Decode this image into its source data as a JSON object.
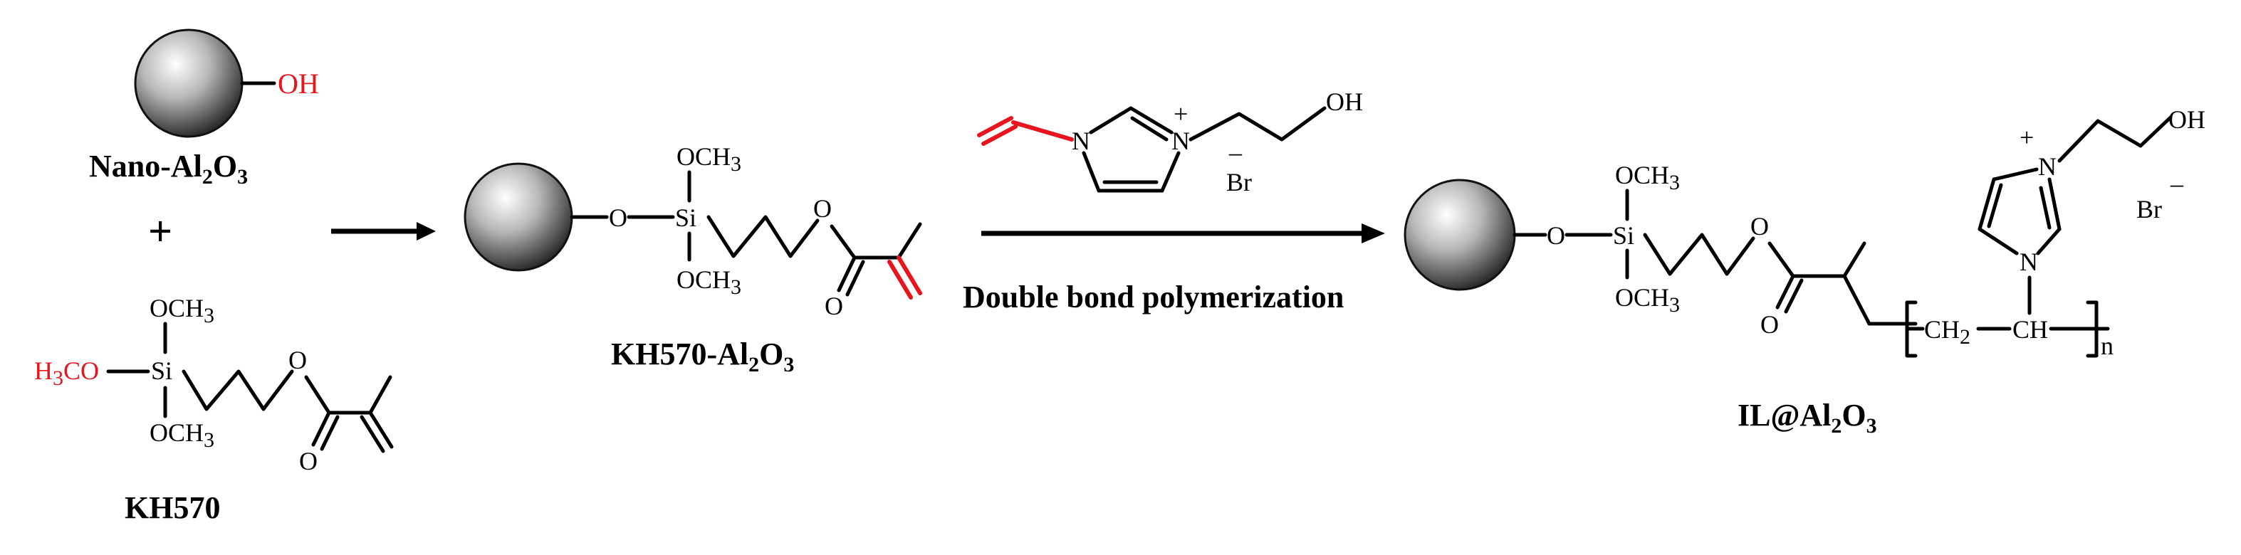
{
  "colors": {
    "reactive_group": "#e8141e",
    "bond": "#000000",
    "sphere_light": "#ffffff",
    "sphere_dark": "#2a2a2a"
  },
  "reactants": {
    "nano_alumina": {
      "hydroxyl": "OH",
      "label": {
        "prefix": "Nano-Al",
        "sub1": "2",
        "mid": "O",
        "sub2": "3"
      }
    },
    "plus_sign": "+",
    "kh570": {
      "methoxy_top": "OCH",
      "methoxy_top_sub": "3",
      "methoxy_left": "H",
      "methoxy_left_sub": "3",
      "methoxy_left_tail": "CO",
      "silicon": "Si",
      "methoxy_bottom": "OCH",
      "methoxy_bottom_sub": "3",
      "ester_o": "O",
      "carbonyl_o": "O",
      "label": "KH570"
    }
  },
  "intermediate": {
    "bridge_o": "O",
    "silicon": "Si",
    "methoxy_top": "OCH",
    "methoxy_top_sub": "3",
    "methoxy_bottom": "OCH",
    "methoxy_bottom_sub": "3",
    "ester_o": "O",
    "carbonyl_o": "O",
    "label": {
      "prefix": "KH570-Al",
      "sub1": "2",
      "mid": "O",
      "sub2": "3"
    }
  },
  "reagent": {
    "n1": "N",
    "n3": "N",
    "charge": "+",
    "hydroxyl": "OH",
    "counter_ion": "Br",
    "counter_charge": "–"
  },
  "reaction_arrow_label": "Double bond polymerization",
  "product": {
    "bridge_o": "O",
    "silicon": "Si",
    "methoxy_top": "OCH",
    "methoxy_top_sub": "3",
    "methoxy_bottom": "OCH",
    "methoxy_bottom_sub": "3",
    "ester_o": "O",
    "carbonyl_o": "O",
    "ch2": "CH",
    "ch2_sub": "2",
    "ch": "CH",
    "repeat_n": "n",
    "ring_n_top": "N",
    "ring_n_bottom": "N",
    "charge": "+",
    "hydroxyl": "OH",
    "counter_ion": "Br",
    "counter_charge": "–",
    "label": {
      "prefix": "IL@Al",
      "sub1": "2",
      "mid": "O",
      "sub2": "3"
    }
  }
}
